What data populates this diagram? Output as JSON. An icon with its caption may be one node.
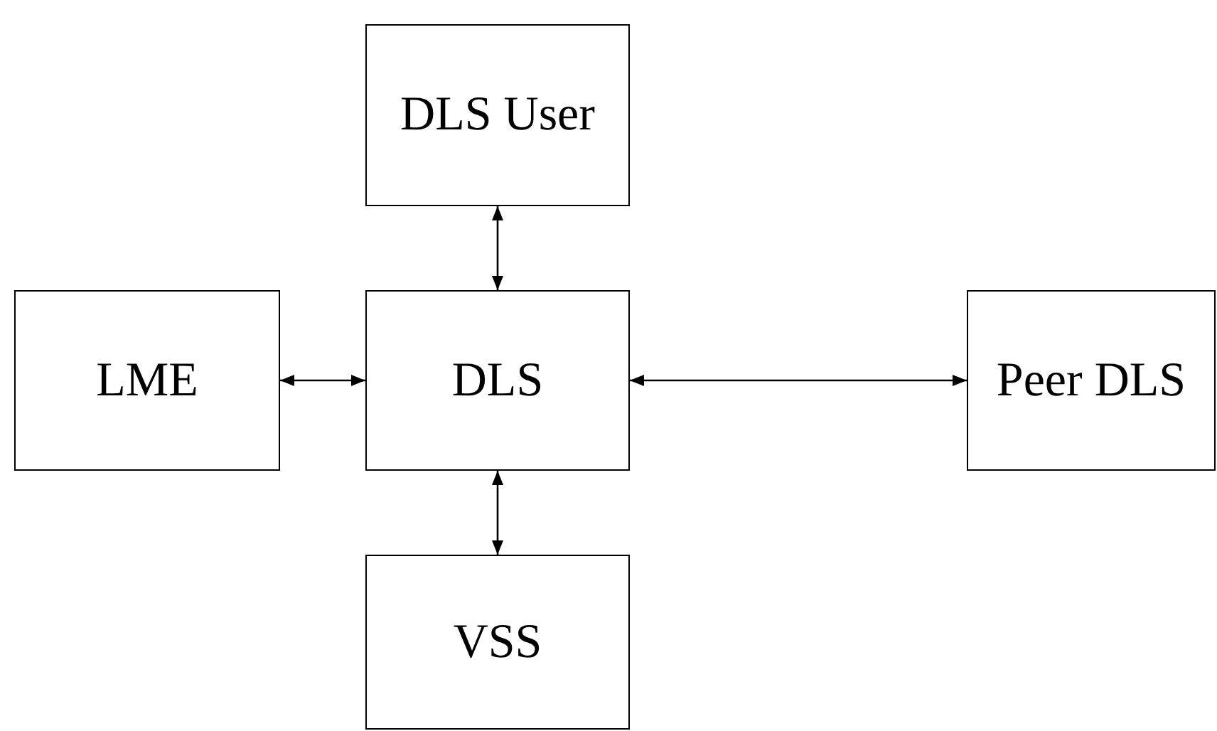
{
  "diagram": {
    "nodes": [
      {
        "text": [
          "DLS User"
        ]
      },
      {
        "text": [
          "LME"
        ]
      },
      {
        "text": [
          "DLS"
        ]
      },
      {
        "text": [
          "Peer DLS"
        ]
      },
      {
        "text": [
          "VSS"
        ]
      }
    ],
    "edges": [
      {
        "from": 0,
        "to": 2,
        "arrow": "both"
      },
      {
        "from": 1,
        "to": 2,
        "arrow": "both"
      },
      {
        "from": 2,
        "to": 3,
        "arrow": "both"
      },
      {
        "from": 2,
        "to": 4,
        "arrow": "both"
      }
    ]
  }
}
